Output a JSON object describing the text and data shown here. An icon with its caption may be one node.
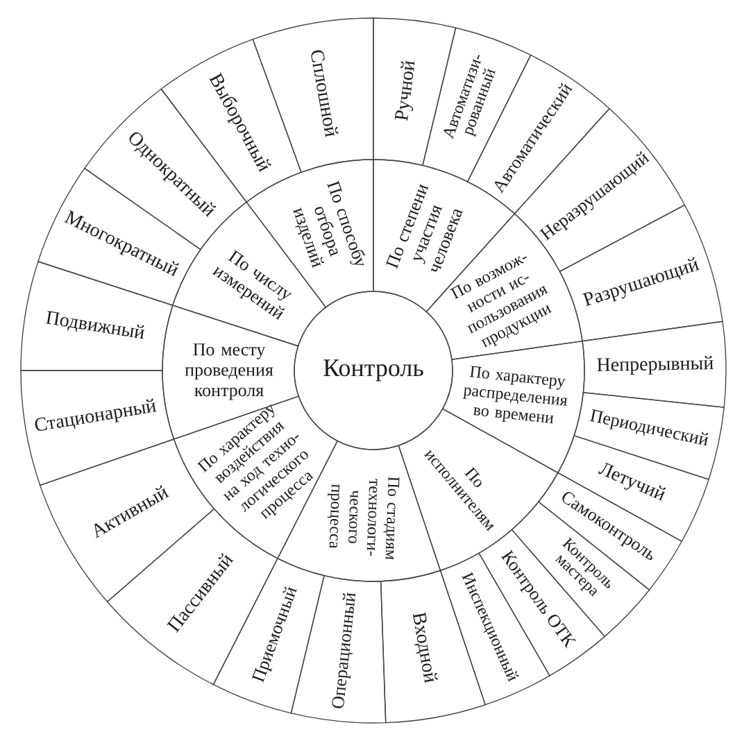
{
  "diagram": {
    "nodes": [
      {
        "text": [
          "Контроль"
        ]
      },
      {
        "text": [
          "По степени участия человека"
        ]
      },
      {
        "text": [
          "По возмож- ности ис- пользования продукции"
        ]
      },
      {
        "text": [
          "По характеру распределения во времени"
        ]
      },
      {
        "text": [
          "По исполнителям"
        ]
      },
      {
        "text": [
          "По стадиям технологи- ческого процесса"
        ]
      },
      {
        "text": [
          "По характеру воздействия на ход техно- логического процесса"
        ]
      },
      {
        "text": [
          "По месту проведения контроля"
        ]
      },
      {
        "text": [
          "По числу измерений"
        ]
      },
      {
        "text": [
          "По способу отбора изделий"
        ]
      },
      {
        "text": [
          "Ручной"
        ]
      },
      {
        "text": [
          "Автоматизи- рованный"
        ]
      },
      {
        "text": [
          "Автоматический"
        ]
      },
      {
        "text": [
          "Неразрушающий"
        ]
      },
      {
        "text": [
          "Разрушающий"
        ]
      },
      {
        "text": [
          "Непрерывный"
        ]
      },
      {
        "text": [
          "Периодический"
        ]
      },
      {
        "text": [
          "Летучий"
        ]
      },
      {
        "text": [
          "Самоконтроль"
        ]
      },
      {
        "text": [
          "Контроль мастера"
        ]
      },
      {
        "text": [
          "Контроль ОТК"
        ]
      },
      {
        "text": [
          "Инспекционный"
        ]
      },
      {
        "text": [
          "Входной"
        ]
      },
      {
        "text": [
          "Операционный"
        ]
      },
      {
        "text": [
          "Приемочный"
        ]
      },
      {
        "text": [
          "Пассивный"
        ]
      },
      {
        "text": [
          "Активный"
        ]
      },
      {
        "text": [
          "Стационарный"
        ]
      },
      {
        "text": [
          "Подвижный"
        ]
      },
      {
        "text": [
          "Многократный"
        ]
      },
      {
        "text": [
          "Однократный"
        ]
      },
      {
        "text": [
          "Выборочный"
        ]
      },
      {
        "text": [
          "Сплошной"
        ]
      }
    ]
  }
}
